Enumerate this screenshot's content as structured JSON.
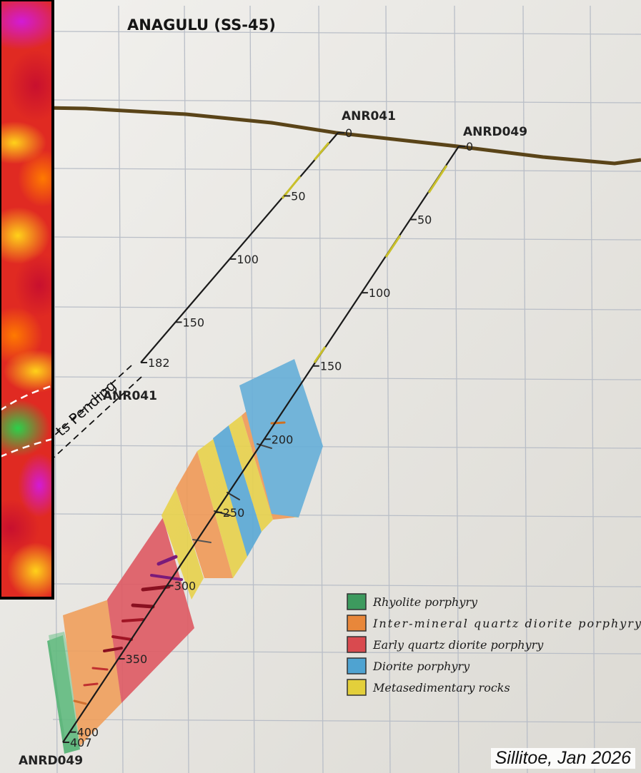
{
  "section": {
    "title": "ANAGULU (SS-45)"
  },
  "holes": [
    {
      "name": "ANR041",
      "end_label": "ANR041",
      "depth_ticks": [
        "0",
        "50",
        "100",
        "150",
        "182"
      ]
    },
    {
      "name": "ANRD049",
      "end_label": "ANRD049",
      "depth_ticks": [
        "0",
        "50",
        "100",
        "150",
        "200",
        "250",
        "300",
        "350",
        "400",
        "407"
      ]
    }
  ],
  "pending_label": "ts Pending",
  "legend": [
    {
      "label": "Rhyolite porphyry",
      "color": "#3d9a5e"
    },
    {
      "label": "Inter-mineral quartz diorite porphyry",
      "color": "#e8873a"
    },
    {
      "label": "Early quartz diorite porphyry",
      "color": "#d94a4f"
    },
    {
      "label": "Diorite porphyry",
      "color": "#4fa3d1"
    },
    {
      "label": "Metasedimentary rocks",
      "color": "#e3cf3b"
    }
  ],
  "credit": "Sillitoe, Jan 2026",
  "colors": {
    "topography": "#5a4418",
    "paper": "#eceae5",
    "grid": "#b9bec7"
  }
}
